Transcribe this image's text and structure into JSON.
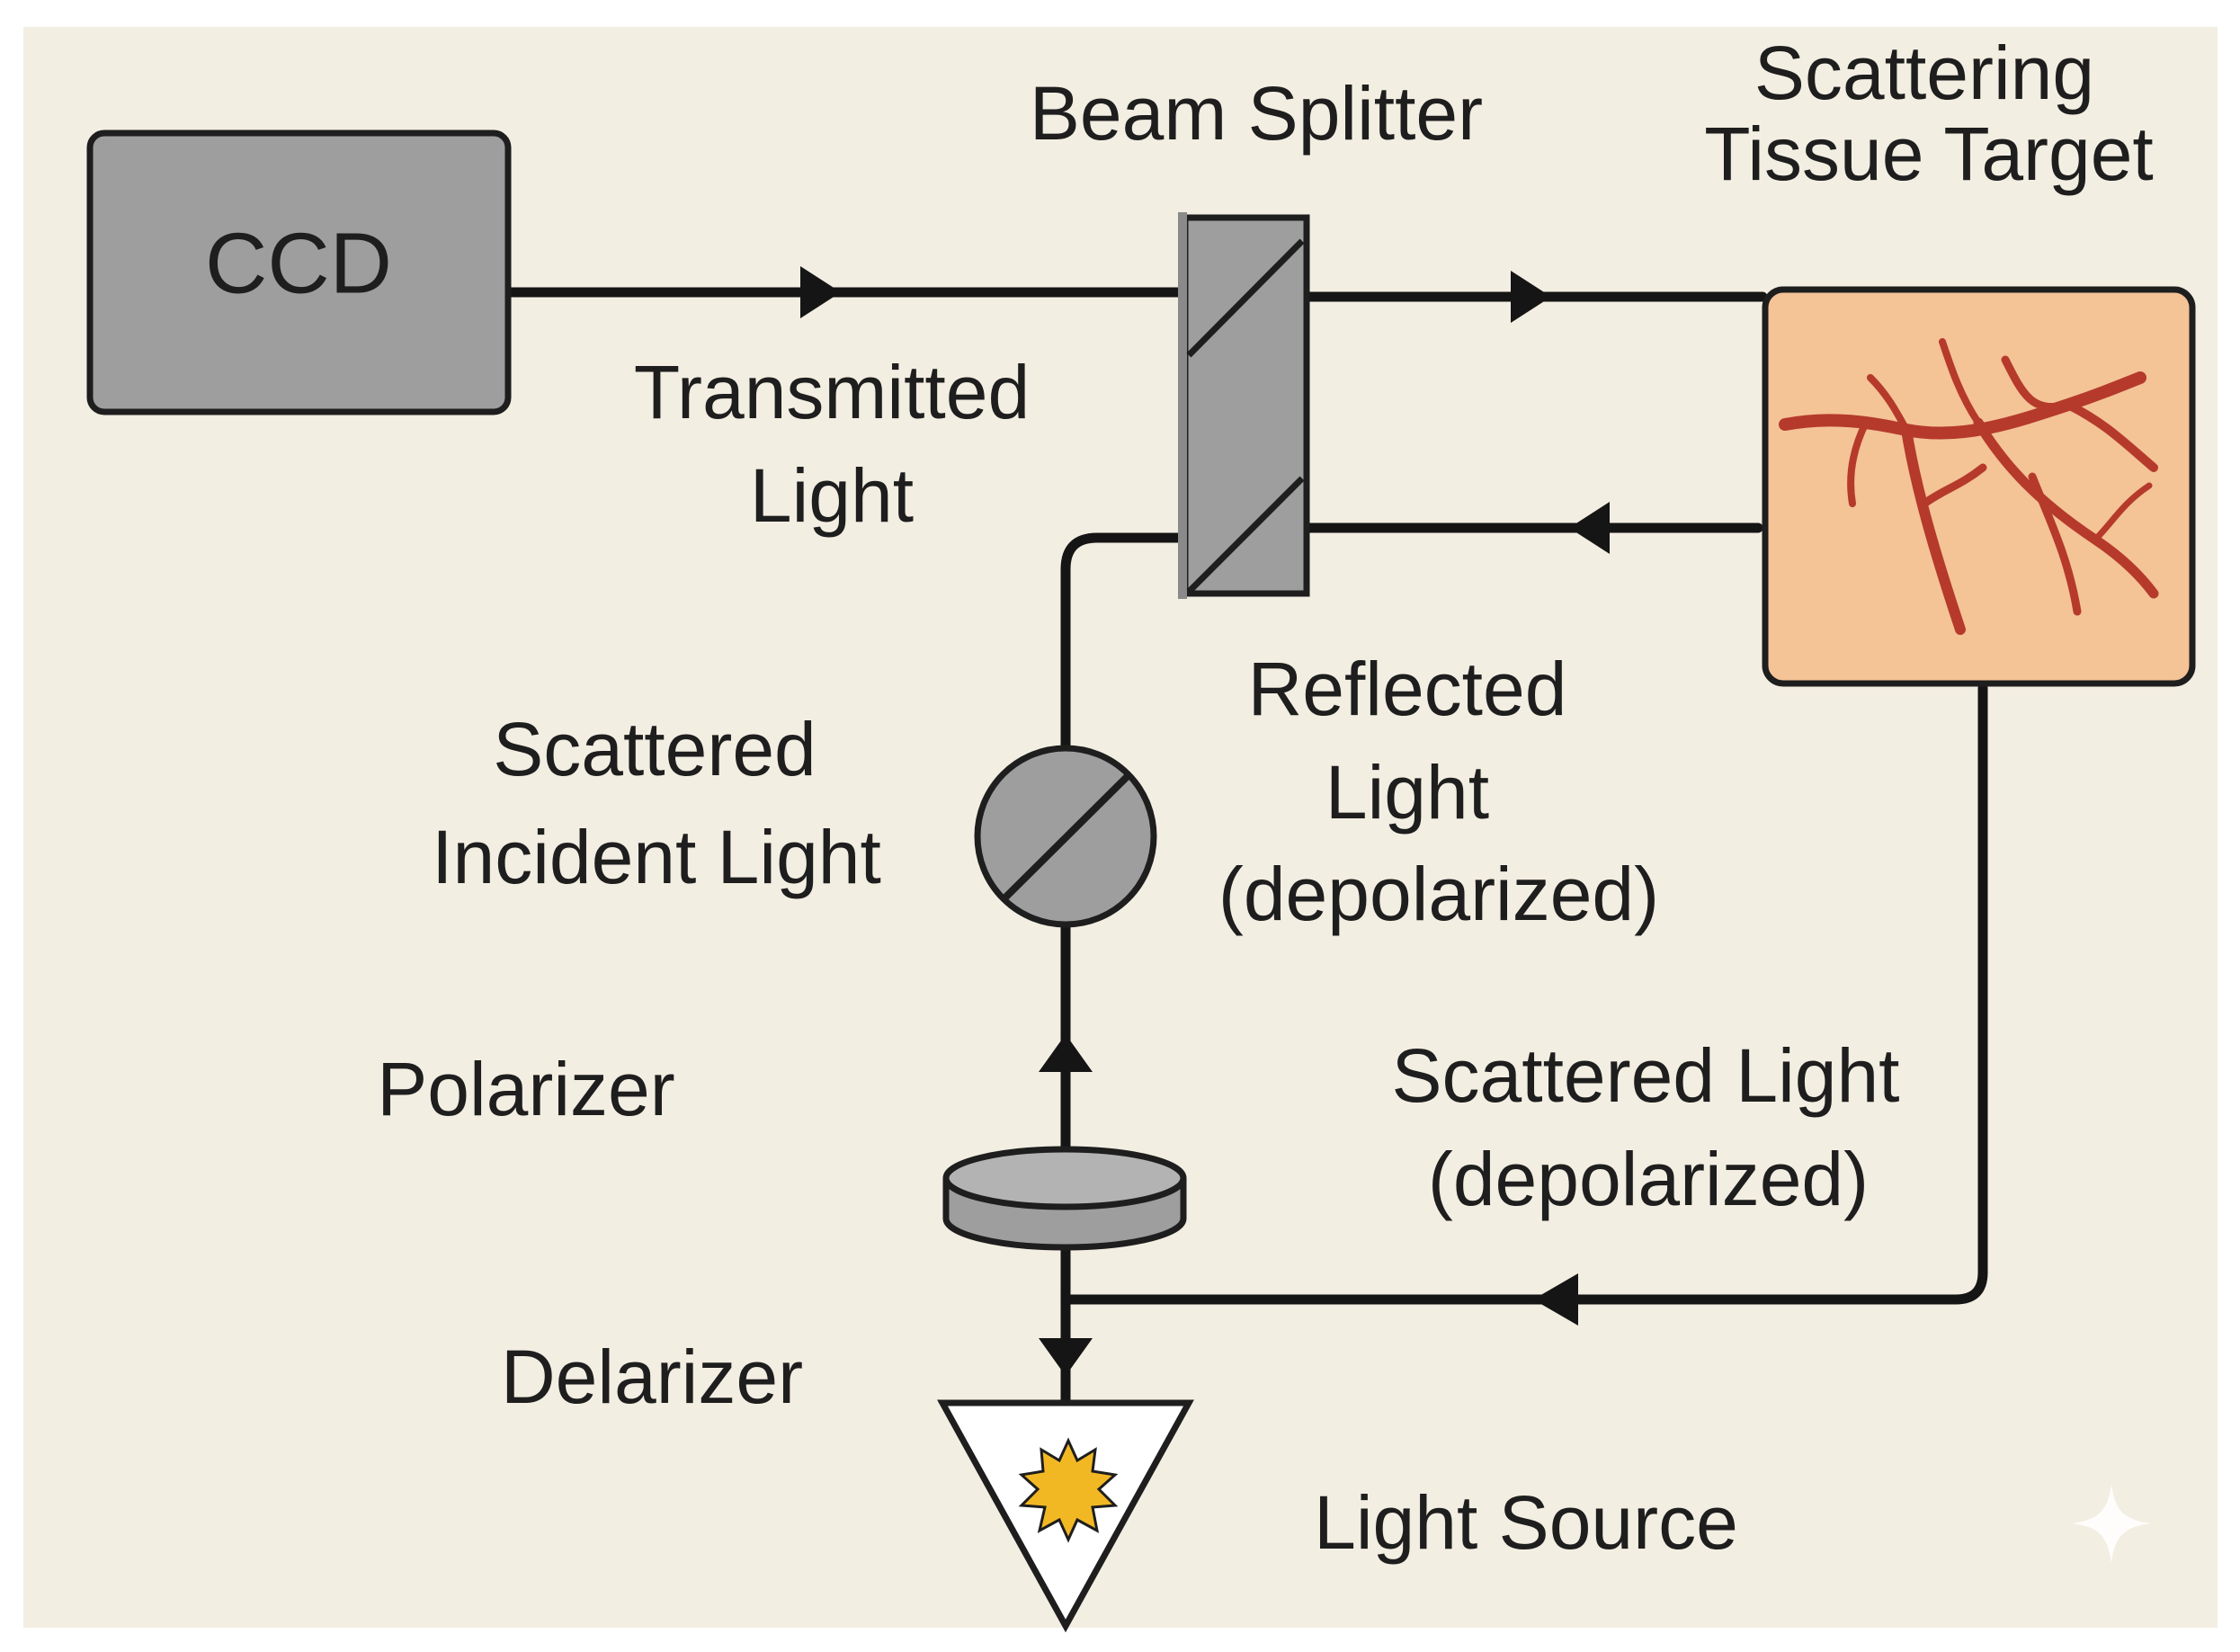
{
  "diagram": {
    "colors": {
      "background": "#f3eee2",
      "component_gray": "#9e9e9e",
      "tissue_fill": "#f4c396",
      "vessel": "#b53a2c",
      "source_burst": "#f2b824",
      "line": "#151515"
    },
    "labels": {
      "ccd": "CCD",
      "beam_splitter": "Beam Splitter",
      "tissue_target_line1": "Scattering",
      "tissue_target_line2": "Tissue Target",
      "transmitted_line1": "Transmitted",
      "transmitted_line2": "Light",
      "reflected_line1": "Reflected",
      "reflected_line2": "Light",
      "reflected_line3": "(depolarized)",
      "scattered_incident_line1": "Scattered",
      "scattered_incident_line2": "Incident Light",
      "polarizer": "Polarizer",
      "scattered_light_line1": "Scattered Light",
      "scattered_light_line2": "(depolarized)",
      "delarizer": "Delarizer",
      "light_source": "Light Source"
    },
    "icons": {
      "watermark": "sparkle-icon",
      "source": "light-burst-icon"
    }
  }
}
